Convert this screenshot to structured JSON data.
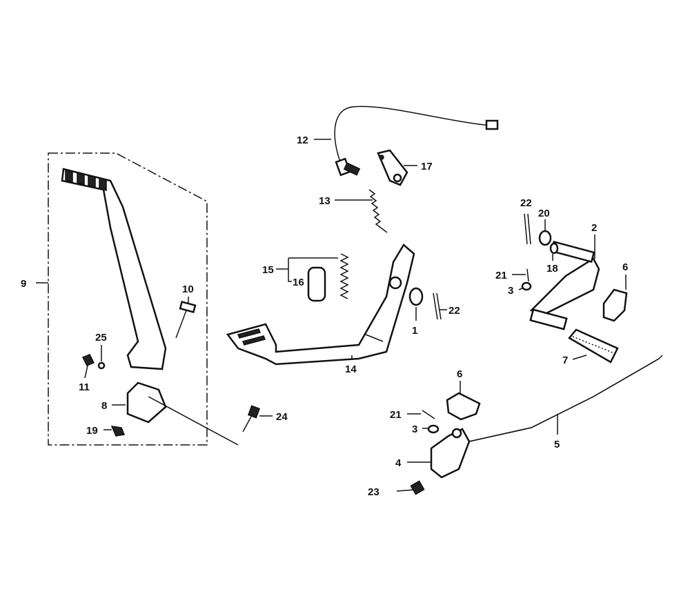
{
  "labels": {
    "p1": "1",
    "p2": "2",
    "p3a": "3",
    "p3b": "3",
    "p4": "4",
    "p5": "5",
    "p6a": "6",
    "p6b": "6",
    "p7": "7",
    "p8": "8",
    "p9": "9",
    "p10": "10",
    "p11": "11",
    "p12": "12",
    "p13": "13",
    "p14": "14",
    "p15": "15",
    "p16": "16",
    "p17": "17",
    "p18": "18",
    "p19": "19",
    "p20": "20",
    "p21a": "21",
    "p21b": "21",
    "p22a": "22",
    "p22b": "22",
    "p23": "23",
    "p24": "24",
    "p25": "25"
  },
  "colors": {
    "ink": "#111111",
    "paper": "#ffffff"
  }
}
